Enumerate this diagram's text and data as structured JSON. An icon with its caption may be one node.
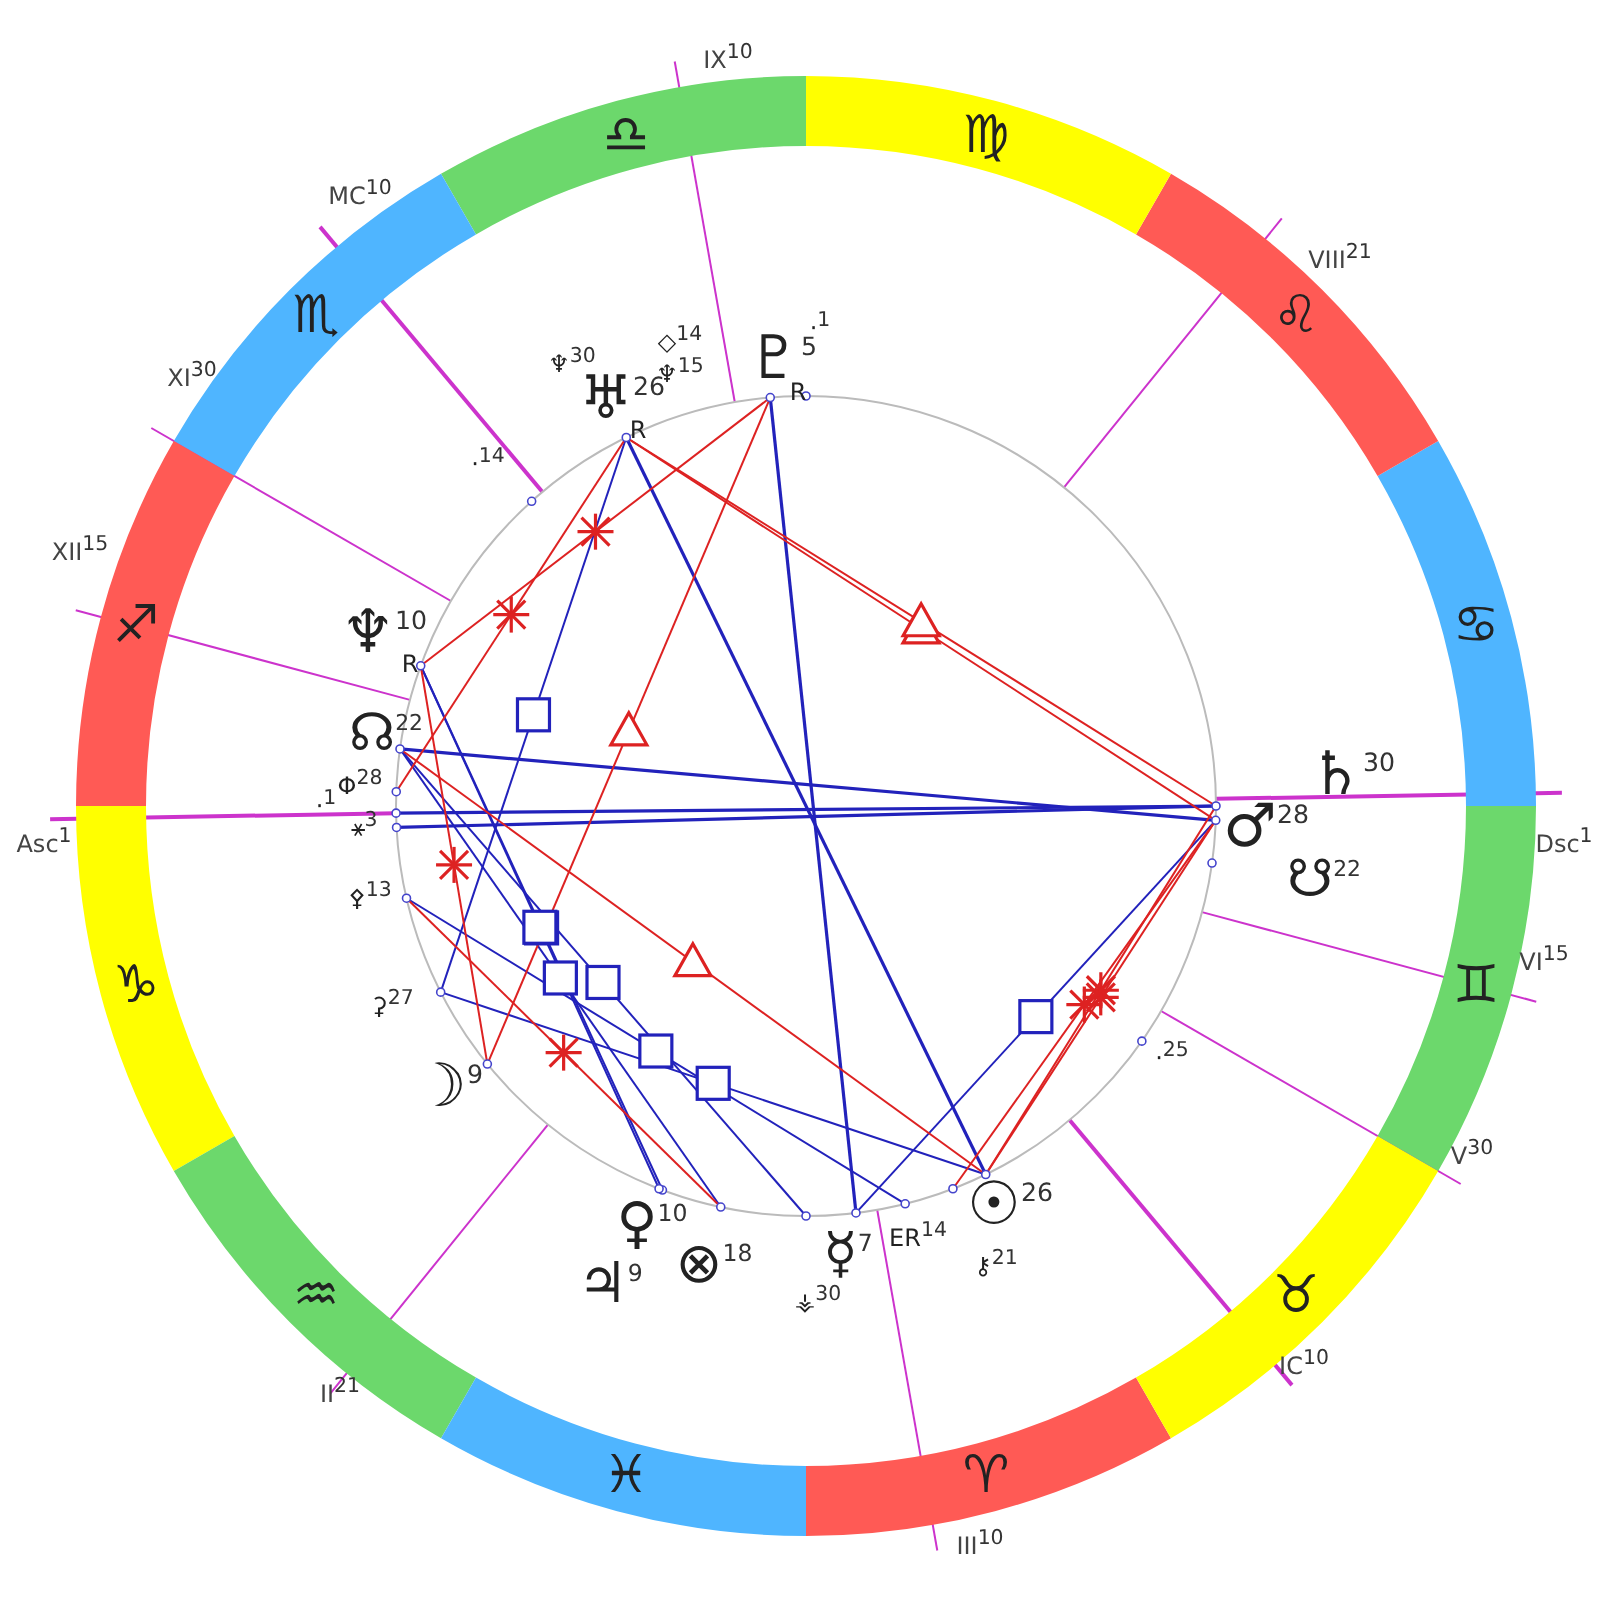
{
  "diagram": {
    "labels": [
      "IX$^{10}$",
      "♍",
      "♎",
      "MC$^{10}$",
      "VIII$^{21}$",
      "♌",
      "♏",
      "·$^{1}$",
      "◇$^{14}$",
      "♆$^{30}$",
      "♆$^{15}$",
      "♇$^{5}$",
      "R",
      "XI$^{30}$",
      "♅$^{26}$",
      "R",
      "·$^{14}$",
      "XII$^{15}$",
      "♆$^{10}$",
      "R",
      "♋",
      "♐",
      "☊$^{22}$",
      "Φ$^{28}$",
      "♄$^{30}$",
      "·$^{1}$",
      "⚹$^{3}$",
      "Asc$^{1}$",
      "Dsc$^{1}$",
      "♂$^{28}$",
      "☋$^{22}$",
      "⚴$^{13}$",
      "VI$^{15}$",
      "♊",
      "♑",
      "⚳$^{27}$",
      "·$^{25}$",
      "☽$^{9}$",
      "V$^{30}$",
      "☉$^{26}$",
      "♀$^{10}$",
      "☿$^{7}$",
      "ER$^{14}$",
      "⚷$^{21}$",
      "⊗$^{18}$",
      "♃$^{9}$",
      "♉",
      "♒",
      "⚶$^{30}$",
      "IC$^{10}$",
      "II$^{21}$",
      "♈",
      "♓",
      "III$^{10}$"
    ]
  }
}
